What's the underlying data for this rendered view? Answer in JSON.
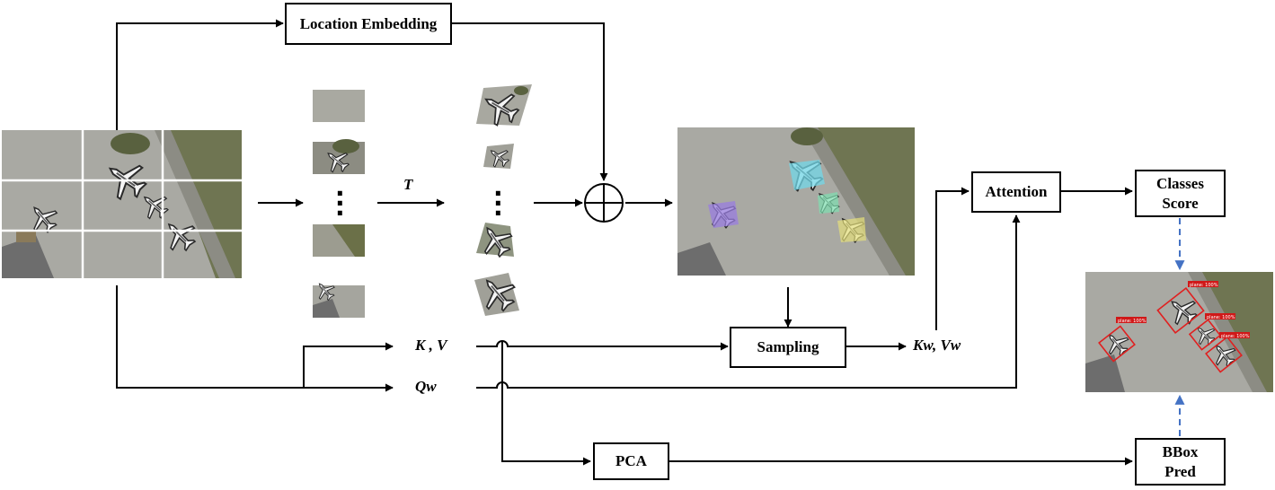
{
  "boxes": {
    "location_embedding": "Location Embedding",
    "attention": "Attention",
    "classes_score": "Classes\nScore",
    "sampling": "Sampling",
    "pca": "PCA",
    "bbox_pred": "BBox\nPred"
  },
  "labels": {
    "transform": "T",
    "keys_values": "K ,  V",
    "queries": "Qw",
    "sampled_keys_values": "Kw, Vw"
  },
  "detections": [
    "plane: 100%",
    "plane: 100%",
    "plane: 100%",
    "plane: 100%"
  ],
  "colors": {
    "line": "#000000",
    "dashed_arrow": "#4472c4",
    "airfield_tarmac": "#a9a9a3",
    "grass": "#6f7552",
    "det_box": "#e02020",
    "mask_purple": "#9a7de0",
    "mask_cyan": "#73d8e8",
    "mask_green": "#7fe0b0",
    "mask_yellow": "#e6e07a"
  }
}
